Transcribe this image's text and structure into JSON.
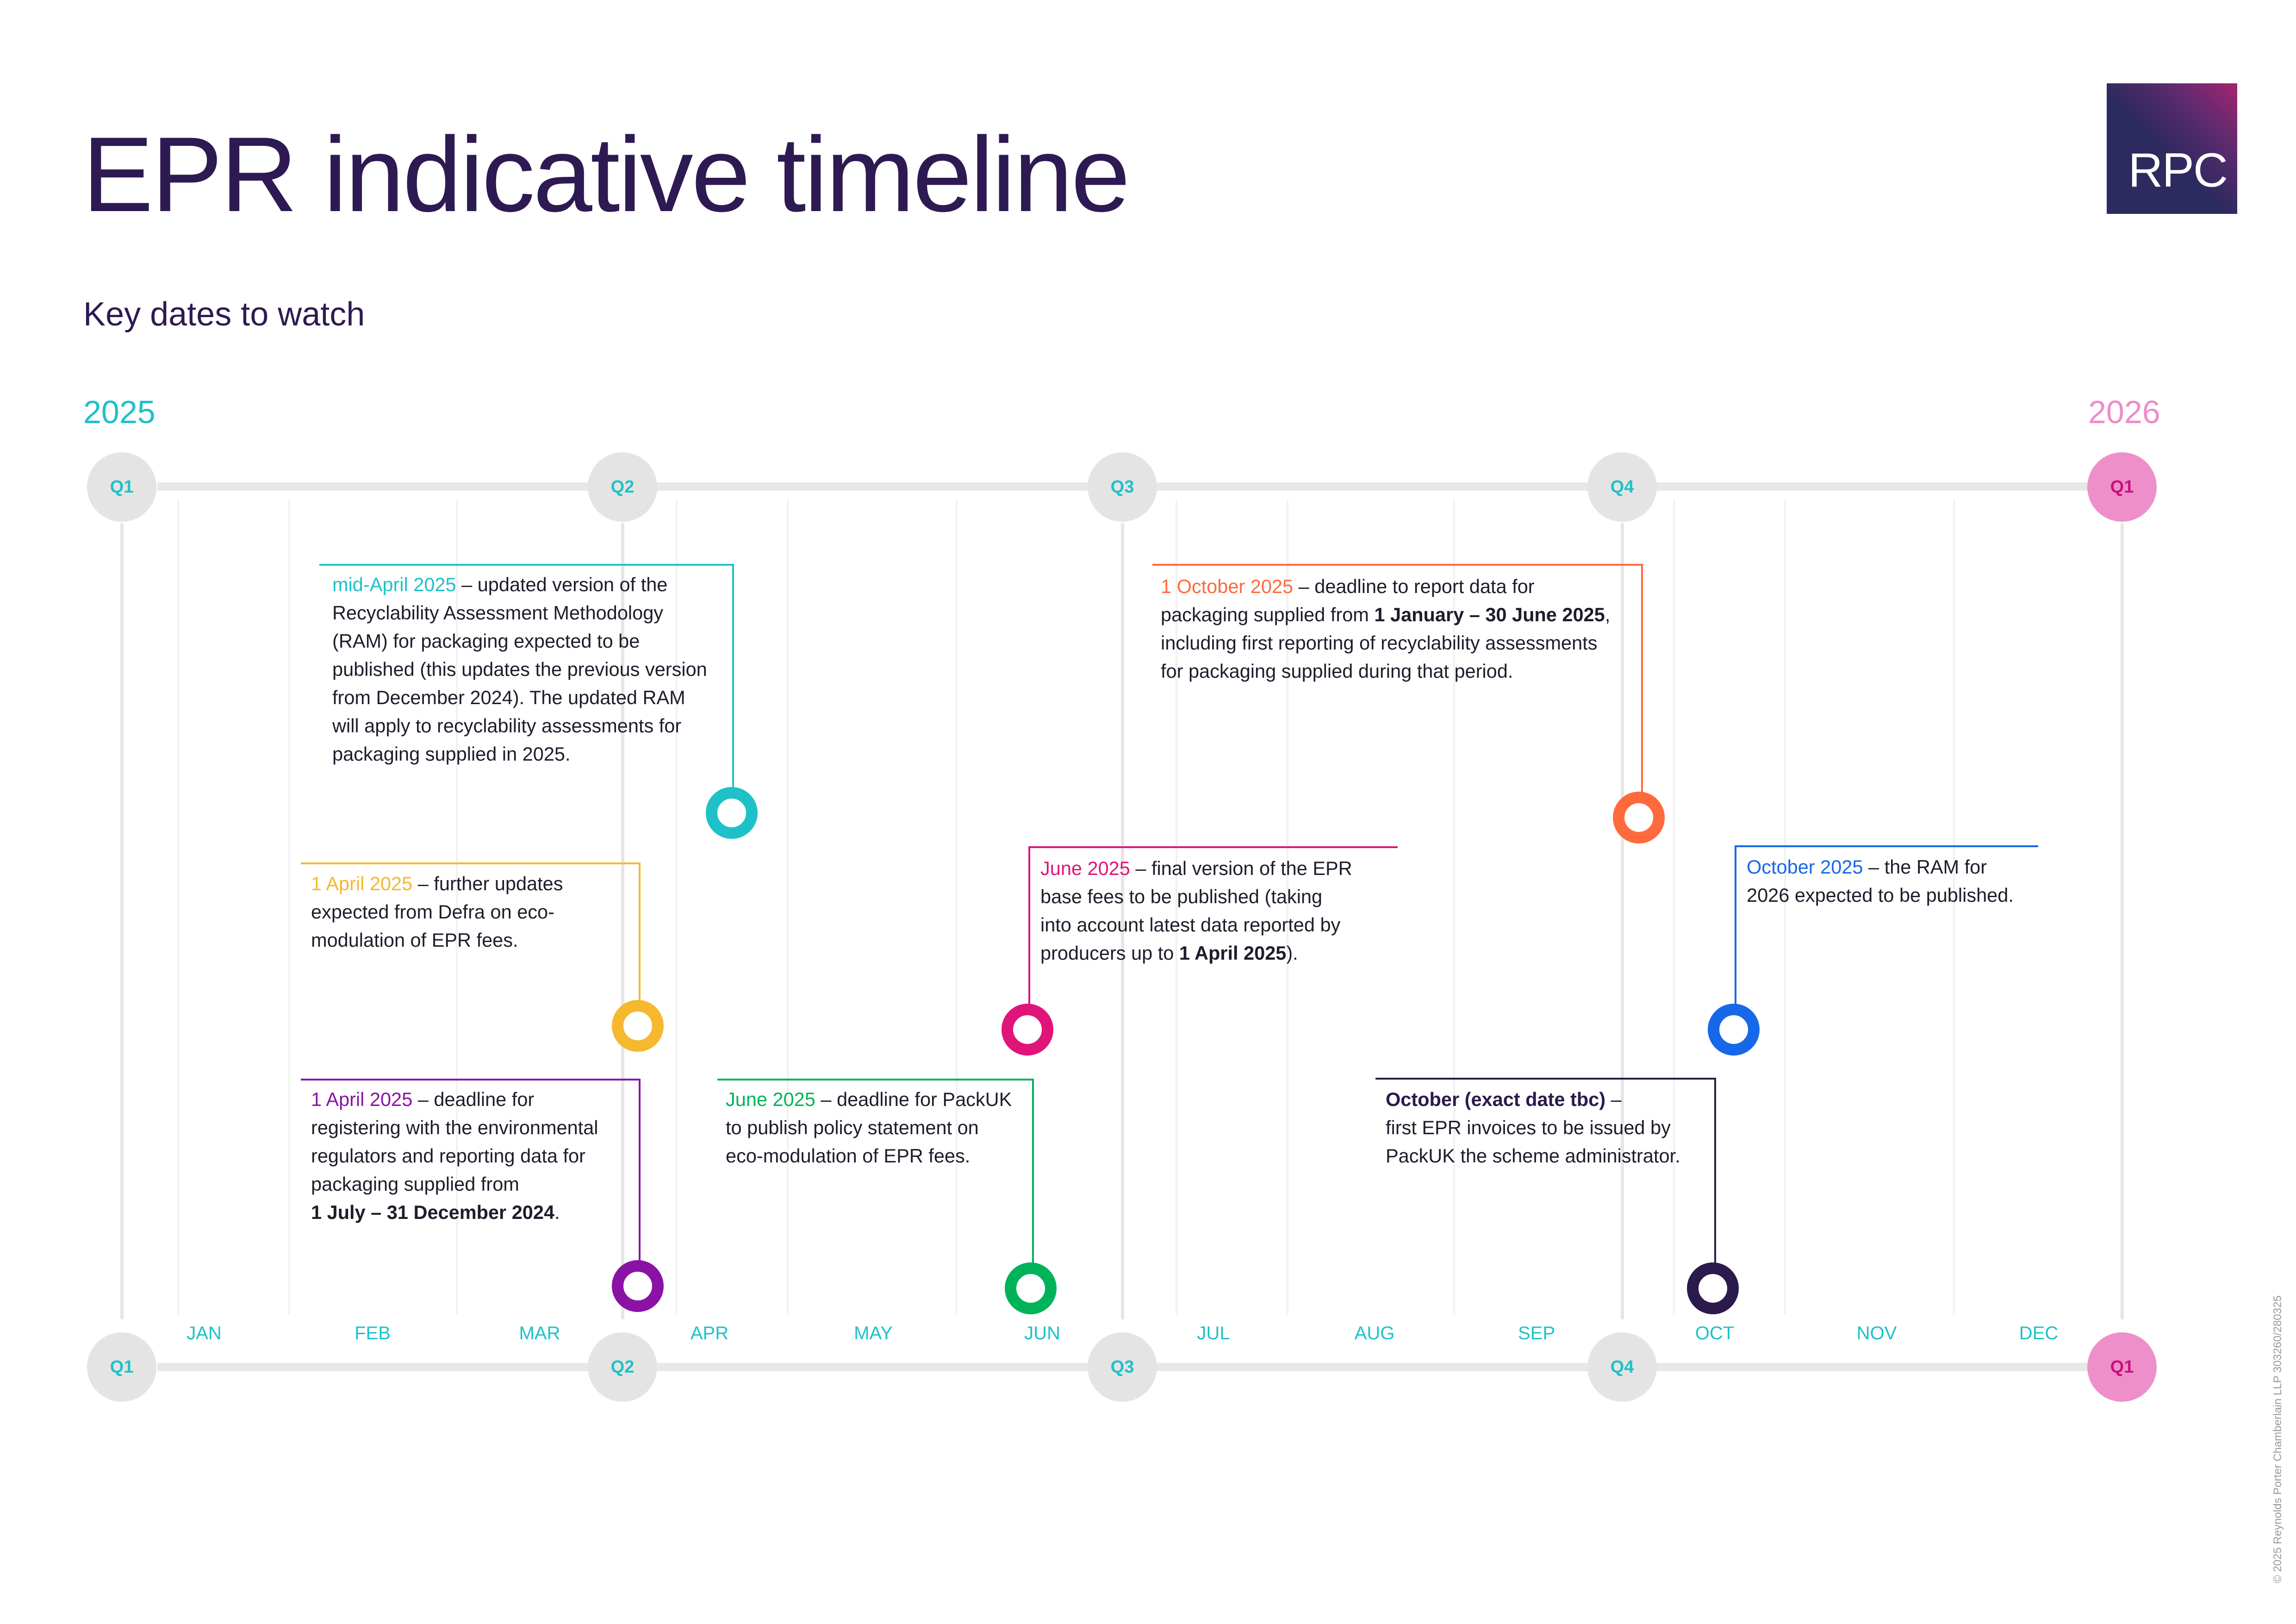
{
  "header": {
    "title": "EPR indicative timeline",
    "subtitle": "Key dates to watch",
    "logo_text": "RPC"
  },
  "years": {
    "start": "2025",
    "end": "2026"
  },
  "quarters": [
    "Q1",
    "Q2",
    "Q3",
    "Q4",
    "Q1"
  ],
  "months": [
    "JAN",
    "FEB",
    "MAR",
    "APR",
    "MAY",
    "JUN",
    "JUL",
    "AUG",
    "SEP",
    "OCT",
    "NOV",
    "DEC"
  ],
  "colors": {
    "cyan": "#1ec1c8",
    "yellow": "#f5b82e",
    "purple": "#8a12a6",
    "magenta": "#e0157a",
    "green": "#00b35a",
    "orange": "#ff6a3d",
    "blue": "#1668e8",
    "navy": "#2b1a4c",
    "pink": "#ef8fca"
  },
  "events": {
    "ram_april": {
      "label": "mid-April 2025",
      "lines": [
        " – updated version of the",
        "Recyclability Assessment Methodology",
        "(RAM) for packaging expected to be",
        "published (this updates the previous version",
        "from December 2024). The updated RAM",
        "will apply to recyclability assessments for",
        "packaging supplied in 2025."
      ]
    },
    "defra_april": {
      "label": "1 April 2025",
      "lines": [
        " – further updates",
        "expected from Defra on eco-",
        "modulation of EPR fees."
      ]
    },
    "register_april": {
      "label": "1 April 2025",
      "lines": [
        " – deadline for",
        "registering with the environmental",
        "regulators and reporting data for",
        "packaging supplied from"
      ],
      "bold_end": "1 July – 31 December 2024",
      "end_suffix": "."
    },
    "base_fees_june": {
      "label": "June 2025",
      "lines": [
        " – final version of the EPR",
        "base fees to be published (taking",
        "into account latest data reported by"
      ],
      "last_prefix": "producers up to ",
      "bold_end": "1 April 2025",
      "end_suffix": ")."
    },
    "packuk_june": {
      "label": "June 2025",
      "lines": [
        " – deadline for PackUK",
        "to publish policy statement on",
        "eco-modulation of EPR fees."
      ]
    },
    "report_oct": {
      "label": "1 October 2025",
      "line1": " – deadline to report data for",
      "line2_prefix": "packaging supplied from ",
      "line2_bold": "1 January – 30 June 2025",
      "line2_suffix": ",",
      "lines": [
        "including first reporting of recyclability assessments",
        "for packaging supplied during that period."
      ]
    },
    "ram_oct": {
      "label": "October 2025",
      "lines": [
        " – the RAM for",
        "2026 expected to be published."
      ]
    },
    "invoices_oct": {
      "label": "October (exact date tbc)",
      "lines": [
        " –",
        "first EPR invoices to be issued by",
        "PackUK the scheme administrator."
      ]
    }
  },
  "footer": {
    "copyright": "© 2025 Reynolds Porter Chamberlain LLP   303260/280325"
  }
}
